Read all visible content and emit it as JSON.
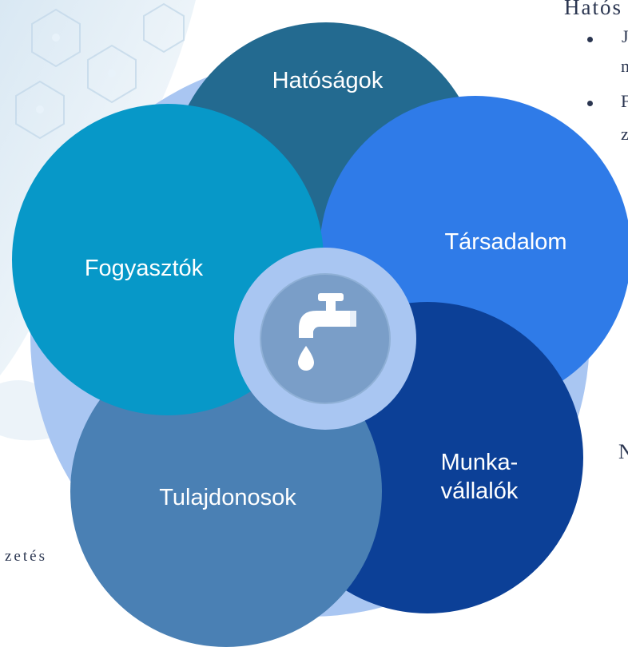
{
  "colors": {
    "outer_ring": "#a9c6f2",
    "hatosagok": "#236a90",
    "tarsadalom": "#2f7be8",
    "munkavallalok": "#0c4097",
    "tulajdonosok": "#4a80b4",
    "fogyasztok": "#0798c8",
    "center_ring": "#a9c6f2",
    "center_button": "#7a9ec8"
  },
  "center_icon": "faucet-droplet-icon",
  "stakeholders": {
    "hatosagok": "Hatóságok",
    "tarsadalom": "Társadalom",
    "munkavallalok_line1": "Munka-",
    "munkavallalok_line2": "vállalók",
    "tulajdonosok": "Tulajdonosok",
    "fogyasztok": "Fogyasztók"
  },
  "side_text": {
    "heading_fragment": "Hatós",
    "bullet1_line1": "J",
    "bullet1_line2": "n",
    "bullet2_line1": "F",
    "bullet2_line2": "z",
    "right_fragment": "N",
    "left_fragment": "zetés"
  }
}
